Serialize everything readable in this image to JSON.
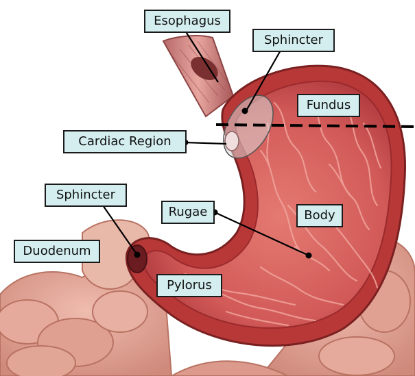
{
  "labels": {
    "esophagus": "Esophagus",
    "sphincter_top": "Sphincter",
    "fundus": "Fundus",
    "cardiac_region": "Cardiac Region",
    "sphincter_left": "Sphincter",
    "rugae": "Rugae",
    "body": "Body",
    "duodenum": "Duodenum",
    "pylorus": "Pylorus"
  },
  "colors": {
    "label_fill": "#d4eef0",
    "label_border": "#1a1a1a",
    "stomach_wall": "#b83838",
    "stomach_lining": "#d85a5a",
    "intestine": "#e2a394",
    "sphincter_oval": "#c8c8c8"
  }
}
